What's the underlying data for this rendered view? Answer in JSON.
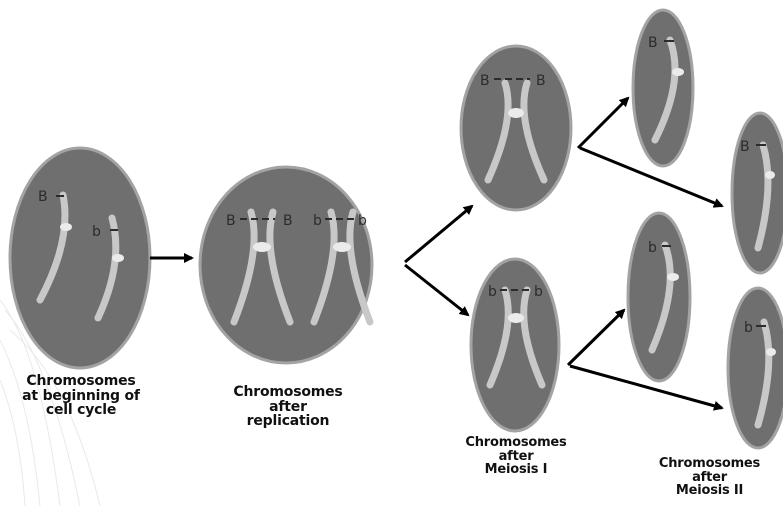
{
  "colors": {
    "cell_fill": "#6f6f6f",
    "cell_edge": "#a3a3a3",
    "chromatid": "#c8c8c8",
    "centromere": "#ebebeb",
    "arrow": "#000000",
    "caption": "#111111"
  },
  "allele_labels": {
    "dominant": "B",
    "recessive": "b"
  },
  "stages": [
    {
      "key": "start",
      "lines": [
        "Chromosomes",
        "at beginning of",
        "cell cycle"
      ]
    },
    {
      "key": "replicated",
      "lines": [
        "Chromosomes",
        "after",
        "replication"
      ]
    },
    {
      "key": "meiosis1",
      "lines": [
        "Chromosomes",
        "after",
        "Meiosis I"
      ]
    },
    {
      "key": "meiosis2",
      "lines": [
        "Chromosomes",
        "after",
        "Meiosis II"
      ]
    }
  ]
}
